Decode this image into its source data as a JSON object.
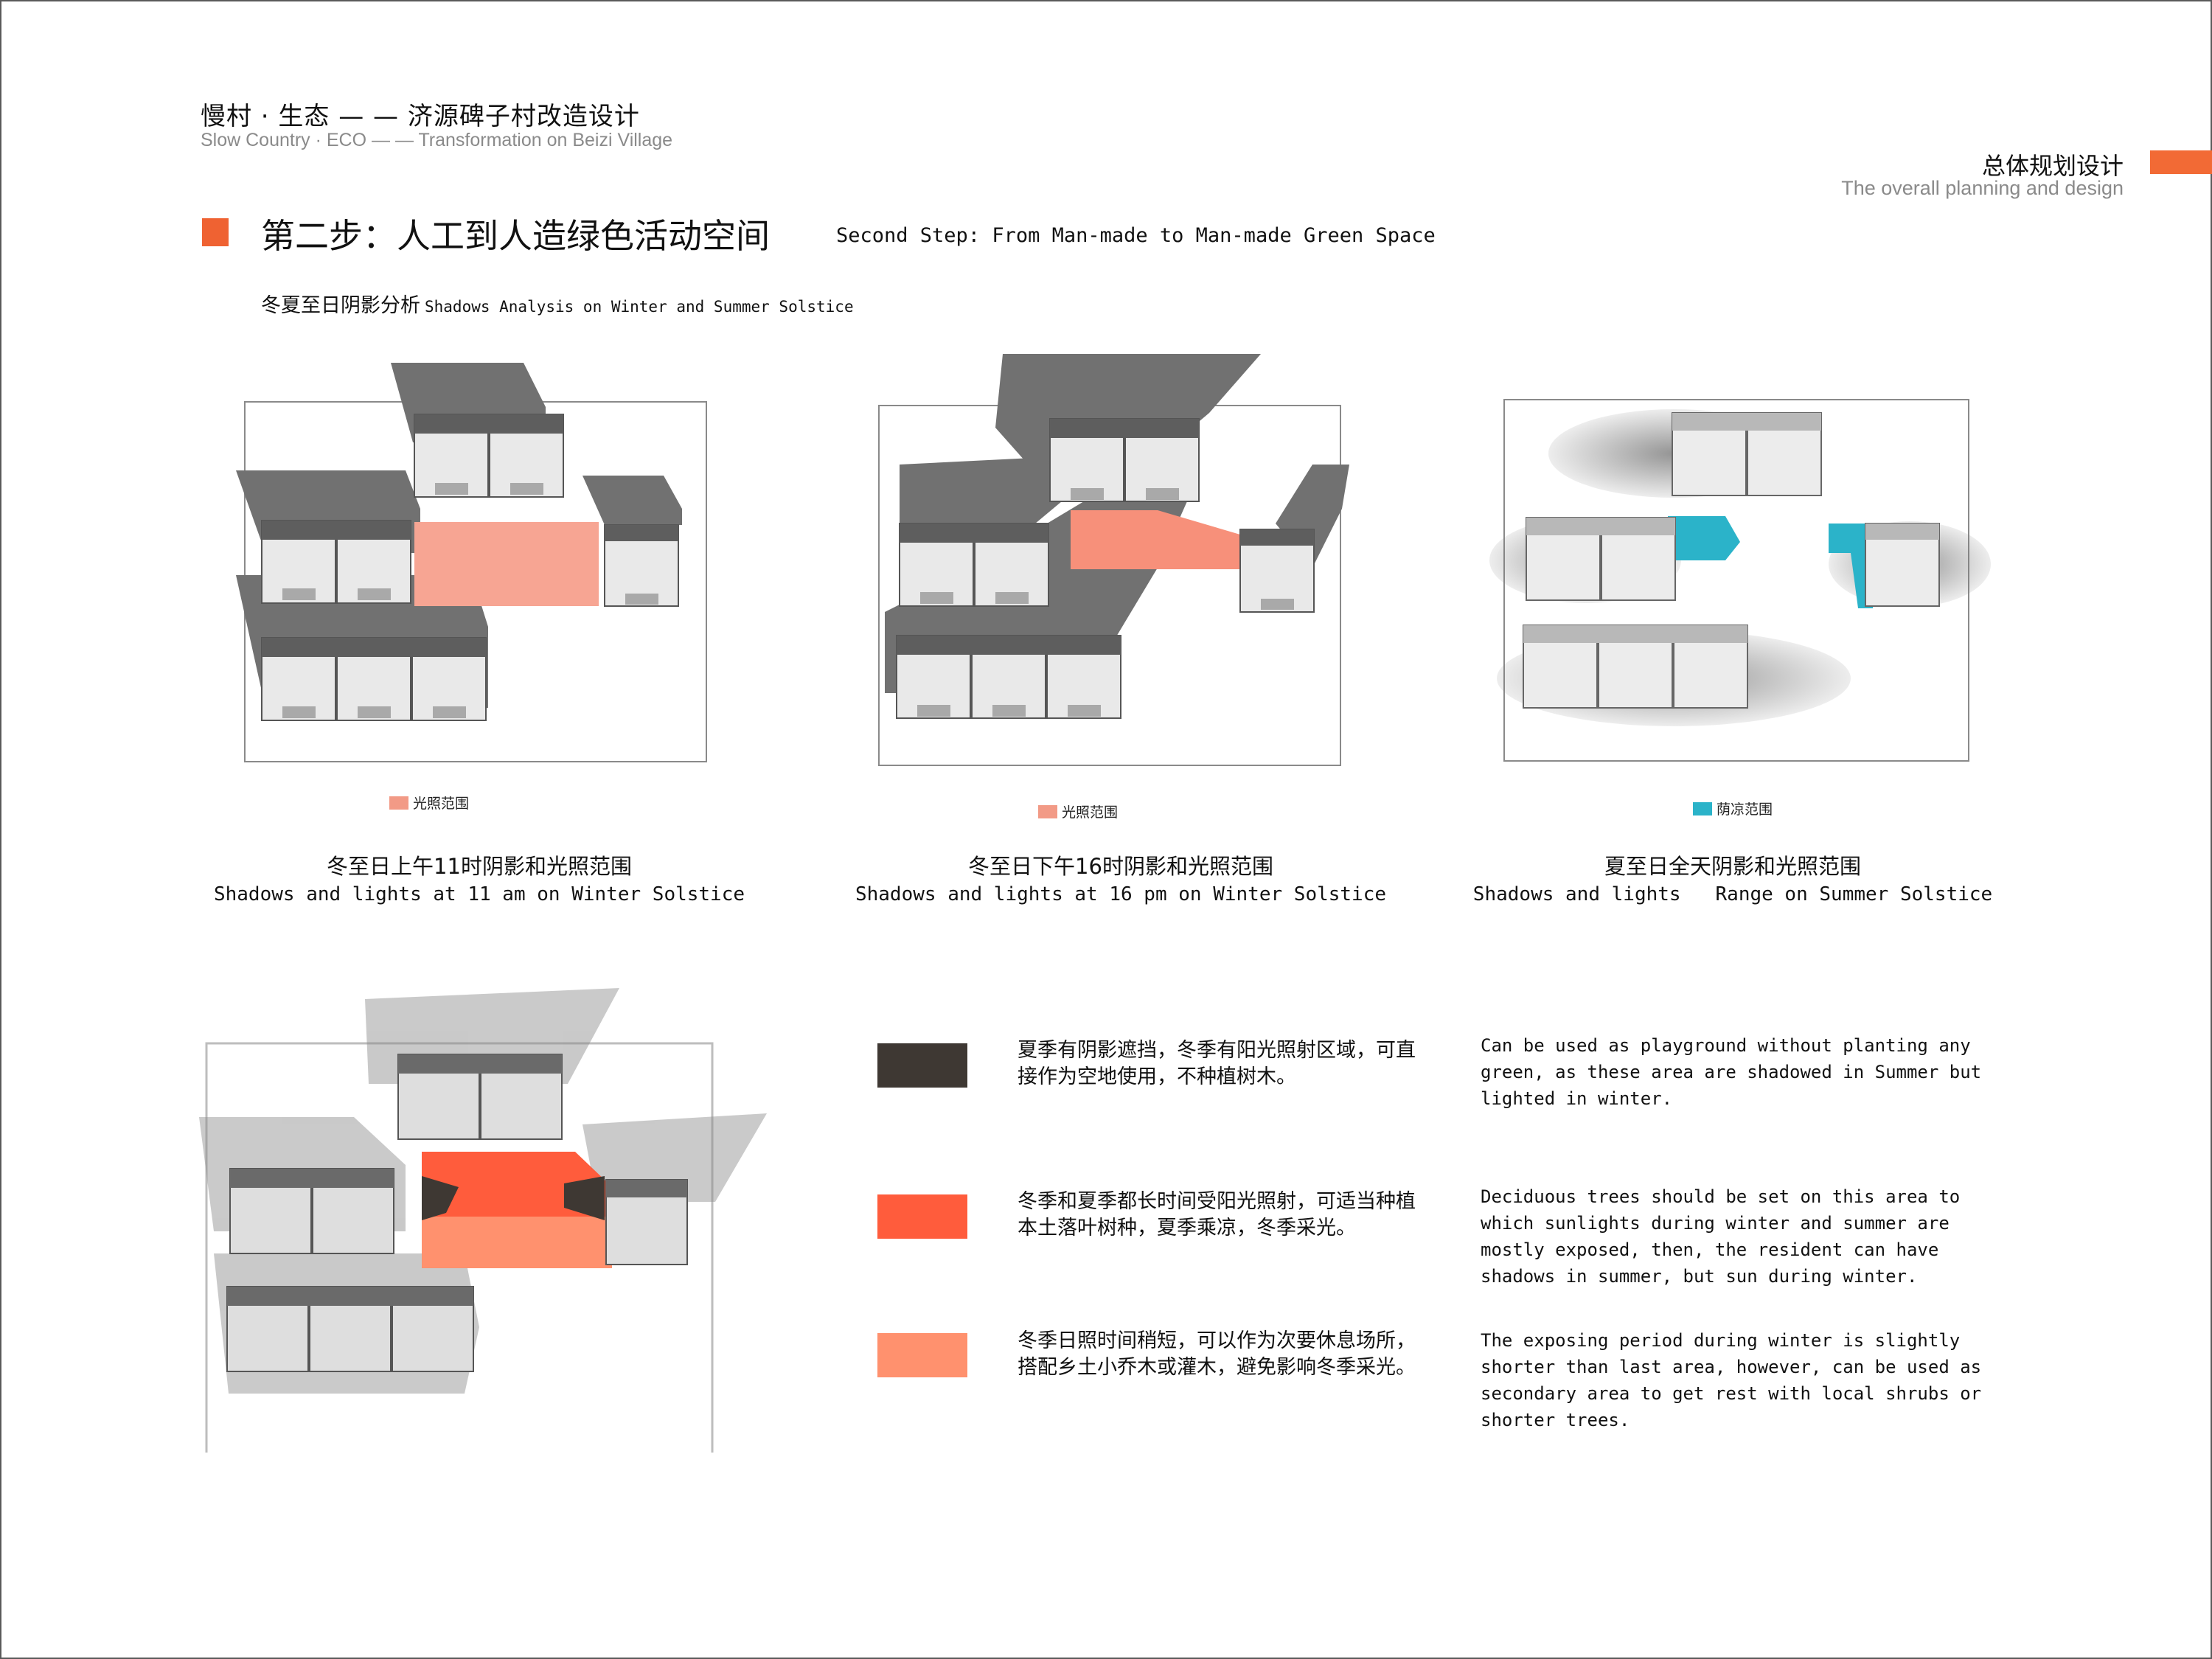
{
  "header": {
    "title_cn": "慢村 · 生态 — — 济源碑子村改造设计",
    "title_en": "Slow Country · ECO — — Transformation on Beizi Village"
  },
  "section": {
    "title_cn": "总体规划设计",
    "title_en": "The overall planning and design"
  },
  "step": {
    "title_cn": "第二步：人工到人造绿色活动空间",
    "title_en": "Second Step: From Man-made to Man-made Green Space"
  },
  "subtitle": {
    "cn": "冬夏至日阴影分析",
    "en": "Shadows Analysis on Winter and Summer Solstice"
  },
  "diagrams": [
    {
      "legend": "光照范围",
      "caption_cn": "冬至日上午11时阴影和光照范围",
      "caption_en": "Shadows and lights at 11 am on Winter Solstice"
    },
    {
      "legend": "光照范围",
      "caption_cn": "冬至日下午16时阴影和光照范围",
      "caption_en": "Shadows and lights at 16 pm on Winter Solstice"
    },
    {
      "legend": "荫凉范围",
      "caption_cn": "夏至日全天阴影和光照范围",
      "caption_en": "Shadows and lights   Range on Summer Solstice"
    }
  ],
  "key": [
    {
      "cn": "夏季有阴影遮挡，冬季有阳光照射区域，可直接作为空地使用，不种植树木。",
      "en": "Can be used as playground without planting any green, as these  area are shadowed in Summer but lighted in winter."
    },
    {
      "cn": "冬季和夏季都长时间受阳光照射，可适当种植本土落叶树种，夏季乘凉，冬季采光。",
      "en": "Deciduous trees should be set on this area to which sunlights  during winter and summer are mostly exposed, then, the resident  can have shadows in summer, but sun during winter."
    },
    {
      "cn": "冬季日照时间稍短，可以作为次要休息场所，搭配乡土小乔木或灌木，避免影响冬季采光。",
      "en": "The exposing period during winter is slightly shorter than last area, however, can be used as secondary area to get rest with local shrubs or shorter trees."
    }
  ],
  "colors": {
    "accent": "#f26a35",
    "light_range": "#f29a86",
    "cool_range": "#2bb3c9",
    "key_dark": "#3e3833",
    "key_red": "#ff5c3c",
    "key_salmon": "#ff916e",
    "shadow": "#717171"
  }
}
